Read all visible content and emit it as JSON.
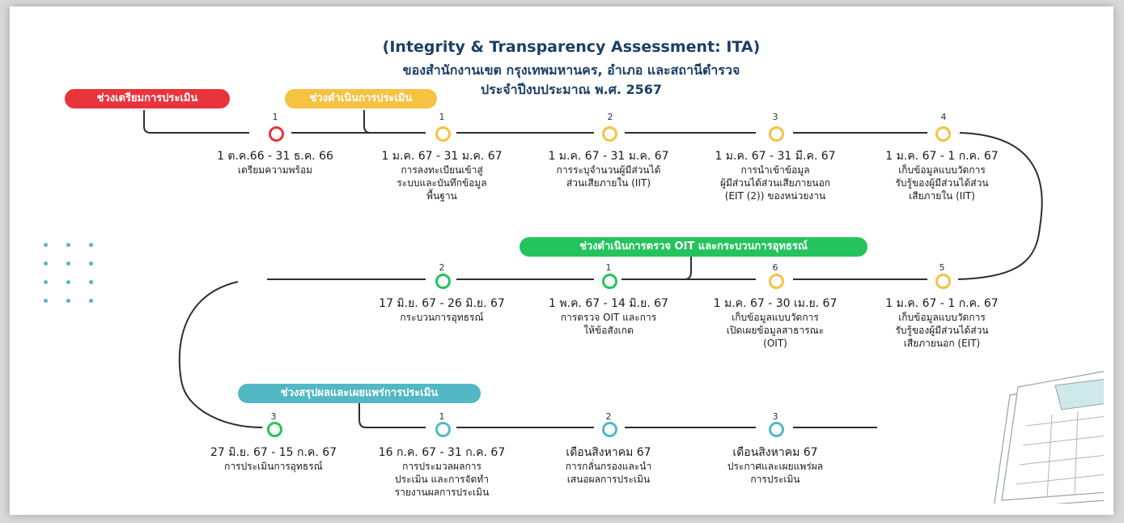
{
  "title": {
    "line1": "(Integrity & Transparency Assessment: ITA)",
    "line2": "ของสำนักงานเขต กรุงเทพมหานคร, อำเภอ และสถานีตำรวจ",
    "line3": "ประจำปีงบประมาณ พ.ศ. 2567"
  },
  "colors": {
    "red": "#e8343b",
    "yellow": "#f5c242",
    "green": "#24c35d",
    "teal": "#52b8c4",
    "line": "#2e2e2e"
  },
  "phases": {
    "prep": "ช่วงเตรียมการประเมิน",
    "operate": "ช่วงดำเนินการประเมิน",
    "oit": "ช่วงดำเนินการตรวจ OIT และกระบวนการอุทธรณ์",
    "summary": "ช่วงสรุปผลและเผยแพร่การประเมิน"
  },
  "row1": [
    {
      "num": "1",
      "date": "1 ต.ค.66 - 31 ธ.ค. 66",
      "desc": "เตรียมความพร้อม"
    },
    {
      "num": "1",
      "date": "1 ม.ค. 67 - 31 ม.ค. 67",
      "desc": "การลงทะเบียนเข้าสู่\nระบบและบันทึกข้อมูล\nพื้นฐาน"
    },
    {
      "num": "2",
      "date": "1 ม.ค. 67 - 31 ม.ค. 67",
      "desc": "การระบุจำนวนผู้มีส่วนได้\nส่วนเสียภายใน (IIT)"
    },
    {
      "num": "3",
      "date": "1 ม.ค. 67 - 31 มี.ค. 67",
      "desc": "การนำเข้าข้อมูล\nผู้มีส่วนได้ส่วนเสียภายนอก\n(EIT (2)) ของหน่วยงาน"
    },
    {
      "num": "4",
      "date": "1 ม.ค. 67 - 1 ก.ค. 67",
      "desc": "เก็บข้อมูลแบบวัดการ\nรับรู้ของผู้มีส่วนได้ส่วน\nเสียภายใน (IIT)"
    }
  ],
  "row2": [
    {
      "num": "2",
      "date": "17 มิ.ย. 67 - 26 มิ.ย. 67",
      "desc": "กระบวนการอุทธรณ์"
    },
    {
      "num": "1",
      "date": "1 พ.ค. 67 - 14 มิ.ย. 67",
      "desc": "การตรวจ OIT และการ\nให้ข้อสังเกต"
    },
    {
      "num": "6",
      "date": "1 ม.ค. 67 - 30 เม.ย. 67",
      "desc": "เก็บข้อมูลแบบวัดการ\nเปิดเผยข้อมูลสาธารณะ\n(OIT)"
    },
    {
      "num": "5",
      "date": "1 ม.ค. 67 - 1 ก.ค. 67",
      "desc": "เก็บข้อมูลแบบวัดการ\nรับรู้ของผู้มีส่วนได้ส่วน\nเสียภายนอก (EIT)"
    }
  ],
  "row3": [
    {
      "num": "3",
      "date": "27 มิ.ย. 67 - 15 ก.ค. 67",
      "desc": "การประเมินการอุทธรณ์"
    },
    {
      "num": "1",
      "date": "16 ก.ค. 67 - 31 ก.ค. 67",
      "desc": "การประมวลผลการ\nประเมิน และการจัดทำ\nรายงานผลการประเมิน"
    },
    {
      "num": "2",
      "date": "เดือนสิงหาคม 67",
      "desc": "การกลั่นกรองและนำ\nเสนอผลการประเมิน"
    },
    {
      "num": "3",
      "date": "เดือนสิงหาคม 67",
      "desc": "ประกาศและเผยแพร่ผล\nการประเมิน"
    }
  ]
}
